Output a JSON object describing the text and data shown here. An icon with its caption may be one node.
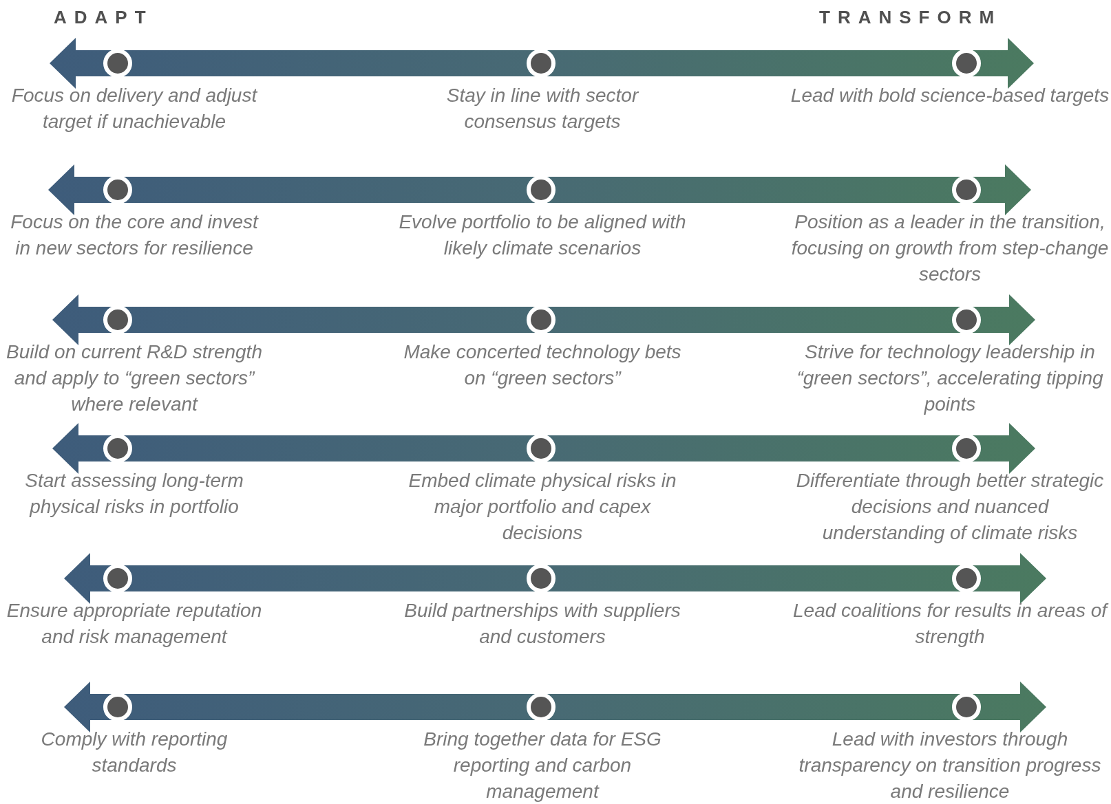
{
  "diagram": {
    "labels": [
      "ADAPT",
      "TRANSFORM",
      "Focus on delivery and adjust target if unachievable",
      "Stay in line with sector consensus targets",
      "Lead with bold science-based targets",
      "Focus on the core and invest in new sectors for resilience",
      "Evolve portfolio to be aligned with likely climate scenarios",
      "Position as a leader in the transition, focusing on growth from step-change sectors",
      "Build on current R&D strength and apply to “green sectors” where relevant",
      "Make concerted technology bets on “green sectors”",
      "Strive for technology leadership in “green sectors”, accelerating tipping points",
      "Start assessing long-term physical risks in portfolio",
      "Embed climate physical risks in major portfolio and capex decisions",
      "Differentiate through better strategic decisions and nuanced understanding of climate risks",
      "Ensure appropriate reputation and risk management",
      "Build partnerships with suppliers and customers",
      "Lead coalitions for results in areas of strength",
      "Comply with reporting standards",
      "Bring together data for ESG reporting and carbon management",
      "Lead with investors through transparency on transition progress and resilience"
    ]
  }
}
